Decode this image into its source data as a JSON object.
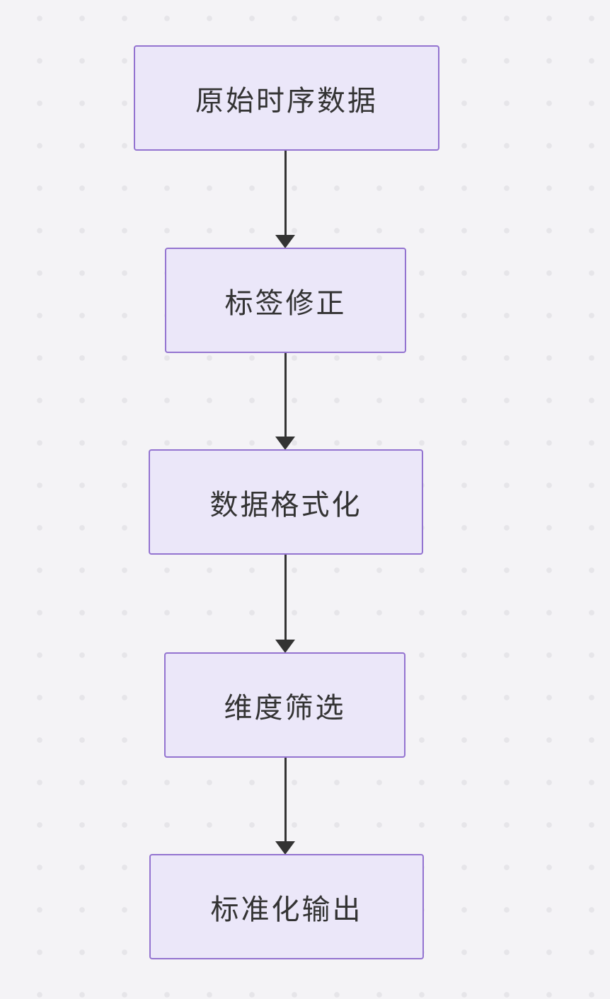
{
  "theme": {
    "background": "#f4f3f6",
    "dot": "#e6e5e9",
    "node-fill": "#ebe7f9",
    "node-border": "#9373d0",
    "arrow": "#333333",
    "text": "#333333"
  },
  "flowchart": {
    "type": "vertical-flow",
    "nodes": [
      {
        "id": "raw-timeseries-data",
        "label": "原始时序数据"
      },
      {
        "id": "label-correction",
        "label": "标签修正"
      },
      {
        "id": "data-formatting",
        "label": "数据格式化"
      },
      {
        "id": "dimension-filtering",
        "label": "维度筛选"
      },
      {
        "id": "standardized-output",
        "label": "标准化输出"
      }
    ],
    "edges": [
      {
        "from": "raw-timeseries-data",
        "to": "label-correction"
      },
      {
        "from": "label-correction",
        "to": "data-formatting"
      },
      {
        "from": "data-formatting",
        "to": "dimension-filtering"
      },
      {
        "from": "dimension-filtering",
        "to": "standardized-output"
      }
    ]
  }
}
